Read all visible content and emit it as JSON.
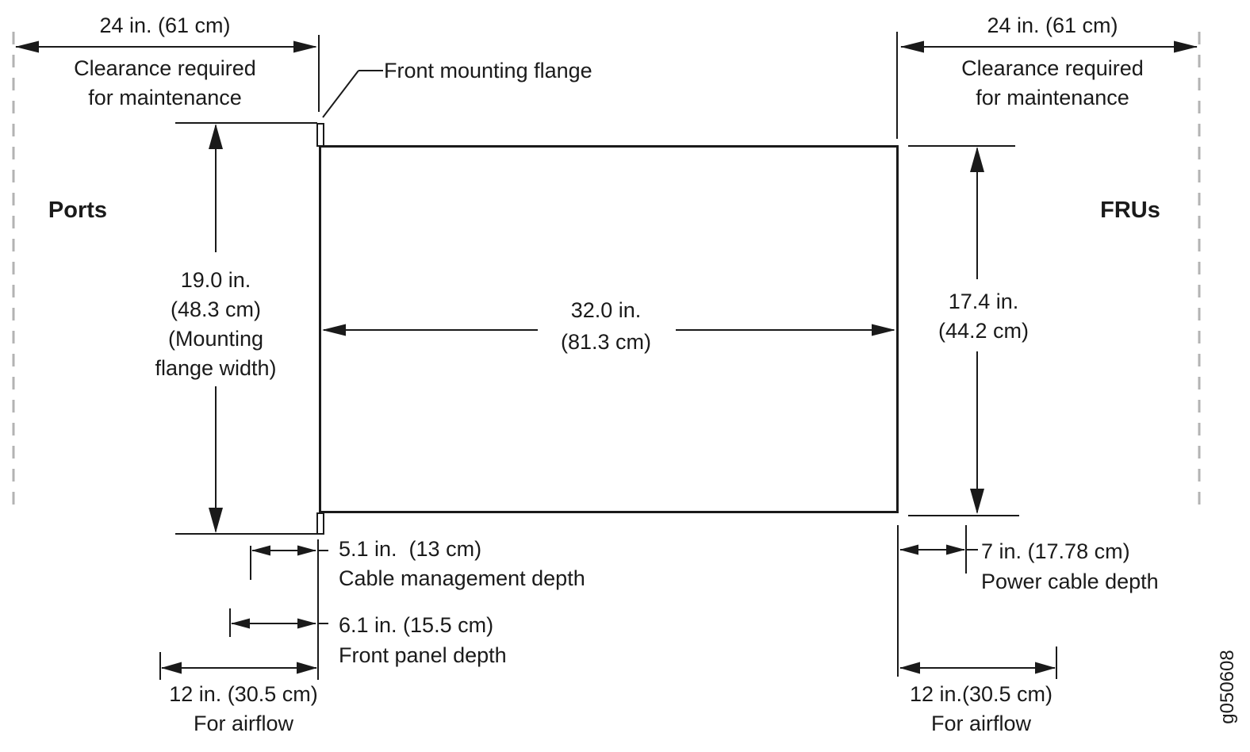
{
  "figure_id": "g050608",
  "clearance_left": {
    "value": "24 in. (61 cm)",
    "desc_line1": "Clearance required",
    "desc_line2": "for maintenance"
  },
  "clearance_right": {
    "value": "24 in. (61 cm)",
    "desc_line1": "Clearance required",
    "desc_line2": "for maintenance"
  },
  "front_flange": {
    "label": "Front mounting flange"
  },
  "side_labels": {
    "front": "Ports",
    "rear": "FRUs"
  },
  "flange_width": {
    "line1": "19.0 in.",
    "line2": "(48.3 cm)",
    "line3": "(Mounting",
    "line4": "flange width)"
  },
  "chassis_depth": {
    "line1": "32.0 in.",
    "line2": "(81.3 cm)"
  },
  "chassis_width": {
    "line1": "17.4 in.",
    "line2": "(44.2 cm)"
  },
  "cable_management": {
    "value": "5.1 in.  (13 cm)",
    "desc": "Cable management depth"
  },
  "front_panel": {
    "value": "6.1 in. (15.5 cm)",
    "desc": "Front panel depth"
  },
  "airflow_left": {
    "value": "12 in. (30.5 cm)",
    "desc": "For airflow"
  },
  "power_cable": {
    "value": "7 in. (17.78 cm)",
    "desc": "Power cable depth"
  },
  "airflow_right": {
    "value": "12 in.(30.5 cm)",
    "desc": "For airflow"
  }
}
